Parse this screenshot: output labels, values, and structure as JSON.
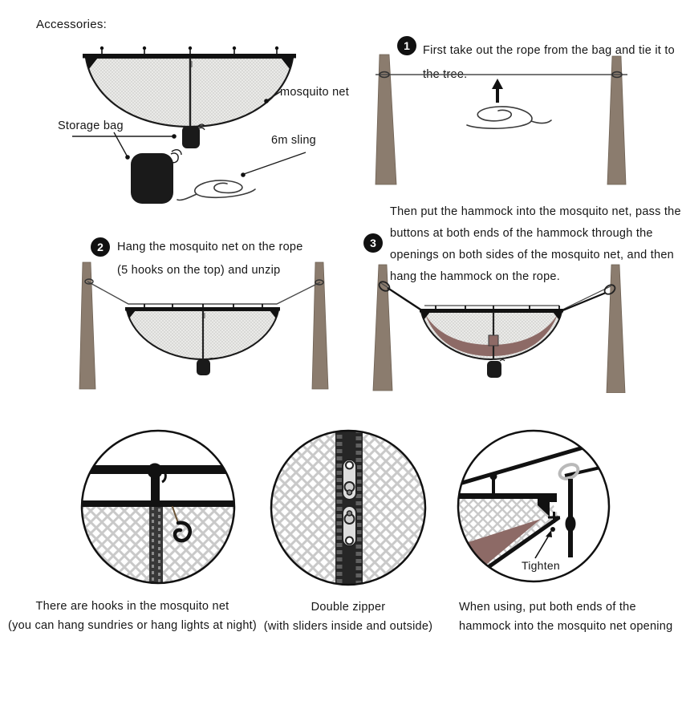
{
  "accessories": {
    "title": "Accessories:",
    "labels": {
      "mosquito_net": "mosquito net",
      "storage_bag": "Storage bag",
      "sling": "6m sling"
    }
  },
  "steps": [
    {
      "number": "1",
      "lines": [
        "First take out the rope from the bag and tie it to",
        "the tree."
      ]
    },
    {
      "number": "2",
      "lines": [
        "Hang the mosquito net on the rope",
        "(5 hooks on the top) and unzip"
      ]
    },
    {
      "number": "3",
      "lines": [
        "Then put the hammock into the mosquito net, pass the",
        "buttons at both ends of the hammock through the",
        "openings on both sides of the mosquito net, and then",
        "hang the hammock on the rope."
      ]
    }
  ],
  "details": [
    {
      "caption_lines": [
        "There are hooks in the mosquito net",
        "(you can hang sundries or hang lights at night)"
      ]
    },
    {
      "caption_lines": [
        "Double zipper",
        "(with sliders inside and outside)"
      ]
    },
    {
      "caption_lines": [
        "When using, put both ends of the",
        "hammock into the mosquito net opening"
      ],
      "annotation": "Tighten"
    }
  ],
  "colors": {
    "ink": "#161616",
    "pole": "#8b7c6e",
    "hammock": "#8d6a66",
    "net_fill": "#ececea",
    "lattice": "#c9c9c9"
  }
}
